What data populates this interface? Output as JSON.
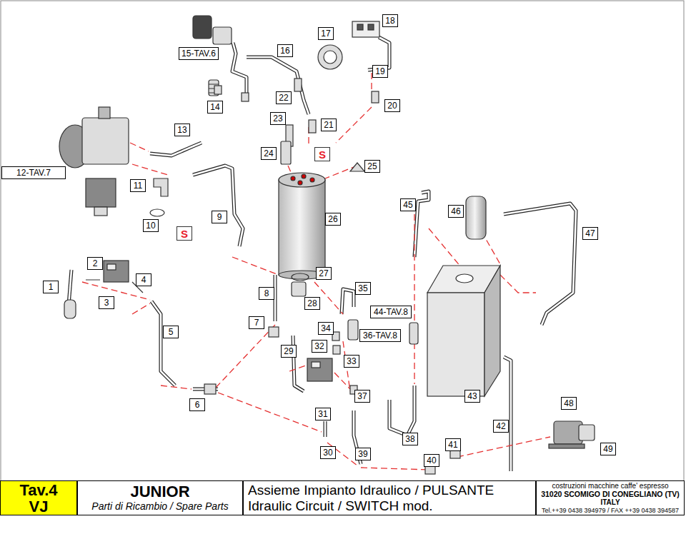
{
  "diagram": {
    "nodes": [
      {
        "text": [
          "15-TAV.6"
        ]
      },
      {
        "text": [
          "16"
        ]
      },
      {
        "text": [
          "17"
        ]
      },
      {
        "text": [
          "18"
        ]
      },
      {
        "text": [
          "19"
        ]
      },
      {
        "text": [
          "20"
        ]
      },
      {
        "text": [
          "14"
        ]
      },
      {
        "text": [
          "22"
        ]
      },
      {
        "text": [
          "13"
        ]
      },
      {
        "text": [
          "23"
        ]
      },
      {
        "text": [
          "21"
        ]
      },
      {
        "text": [
          "24"
        ]
      },
      {
        "text": [
          "S"
        ]
      },
      {
        "text": [
          "25"
        ]
      },
      {
        "text": [
          "12-TAV.7"
        ]
      },
      {
        "text": [
          "11"
        ]
      },
      {
        "text": [
          "45"
        ]
      },
      {
        "text": [
          "46"
        ]
      },
      {
        "text": [
          "9"
        ]
      },
      {
        "text": [
          "26"
        ]
      },
      {
        "text": [
          "10"
        ]
      },
      {
        "text": [
          "S"
        ]
      },
      {
        "text": [
          "47"
        ]
      },
      {
        "text": [
          "2"
        ]
      },
      {
        "text": [
          "27"
        ]
      },
      {
        "text": [
          "4"
        ]
      },
      {
        "text": [
          "1"
        ]
      },
      {
        "text": [
          "35"
        ]
      },
      {
        "text": [
          "8"
        ]
      },
      {
        "text": [
          "3"
        ]
      },
      {
        "text": [
          "28"
        ]
      },
      {
        "text": [
          "44-TAV.8"
        ]
      },
      {
        "text": [
          "7"
        ]
      },
      {
        "text": [
          "34"
        ]
      },
      {
        "text": [
          "5"
        ]
      },
      {
        "text": [
          "36-TAV.8"
        ]
      },
      {
        "text": [
          "32"
        ]
      },
      {
        "text": [
          "29"
        ]
      },
      {
        "text": [
          "33"
        ]
      },
      {
        "text": [
          "37"
        ]
      },
      {
        "text": [
          "43"
        ]
      },
      {
        "text": [
          "48"
        ]
      },
      {
        "text": [
          "6"
        ]
      },
      {
        "text": [
          "31"
        ]
      },
      {
        "text": [
          "42"
        ]
      },
      {
        "text": [
          "38"
        ]
      },
      {
        "text": [
          "41"
        ]
      },
      {
        "text": [
          "49"
        ]
      },
      {
        "text": [
          "30"
        ]
      },
      {
        "text": [
          "39"
        ]
      },
      {
        "text": [
          "40"
        ]
      },
      {
        "text": [
          "Tav.4",
          "VJ"
        ]
      },
      {
        "text": [
          "JUNIOR",
          "Parti di Ricambio / Spare Parts"
        ]
      },
      {
        "text": [
          "Assieme Impianto Idraulico / PULSANTE",
          "Idraulic Circuit / SWITCH mod."
        ]
      },
      {
        "text": [
          "costruzioni macchine caffe' espresso",
          "31020 SCOMIGO DI CONEGLIANO (TV)",
          "ITALY",
          "Tel.++39 0438 394979 / FAX ++39 0438 394587"
        ]
      }
    ]
  }
}
